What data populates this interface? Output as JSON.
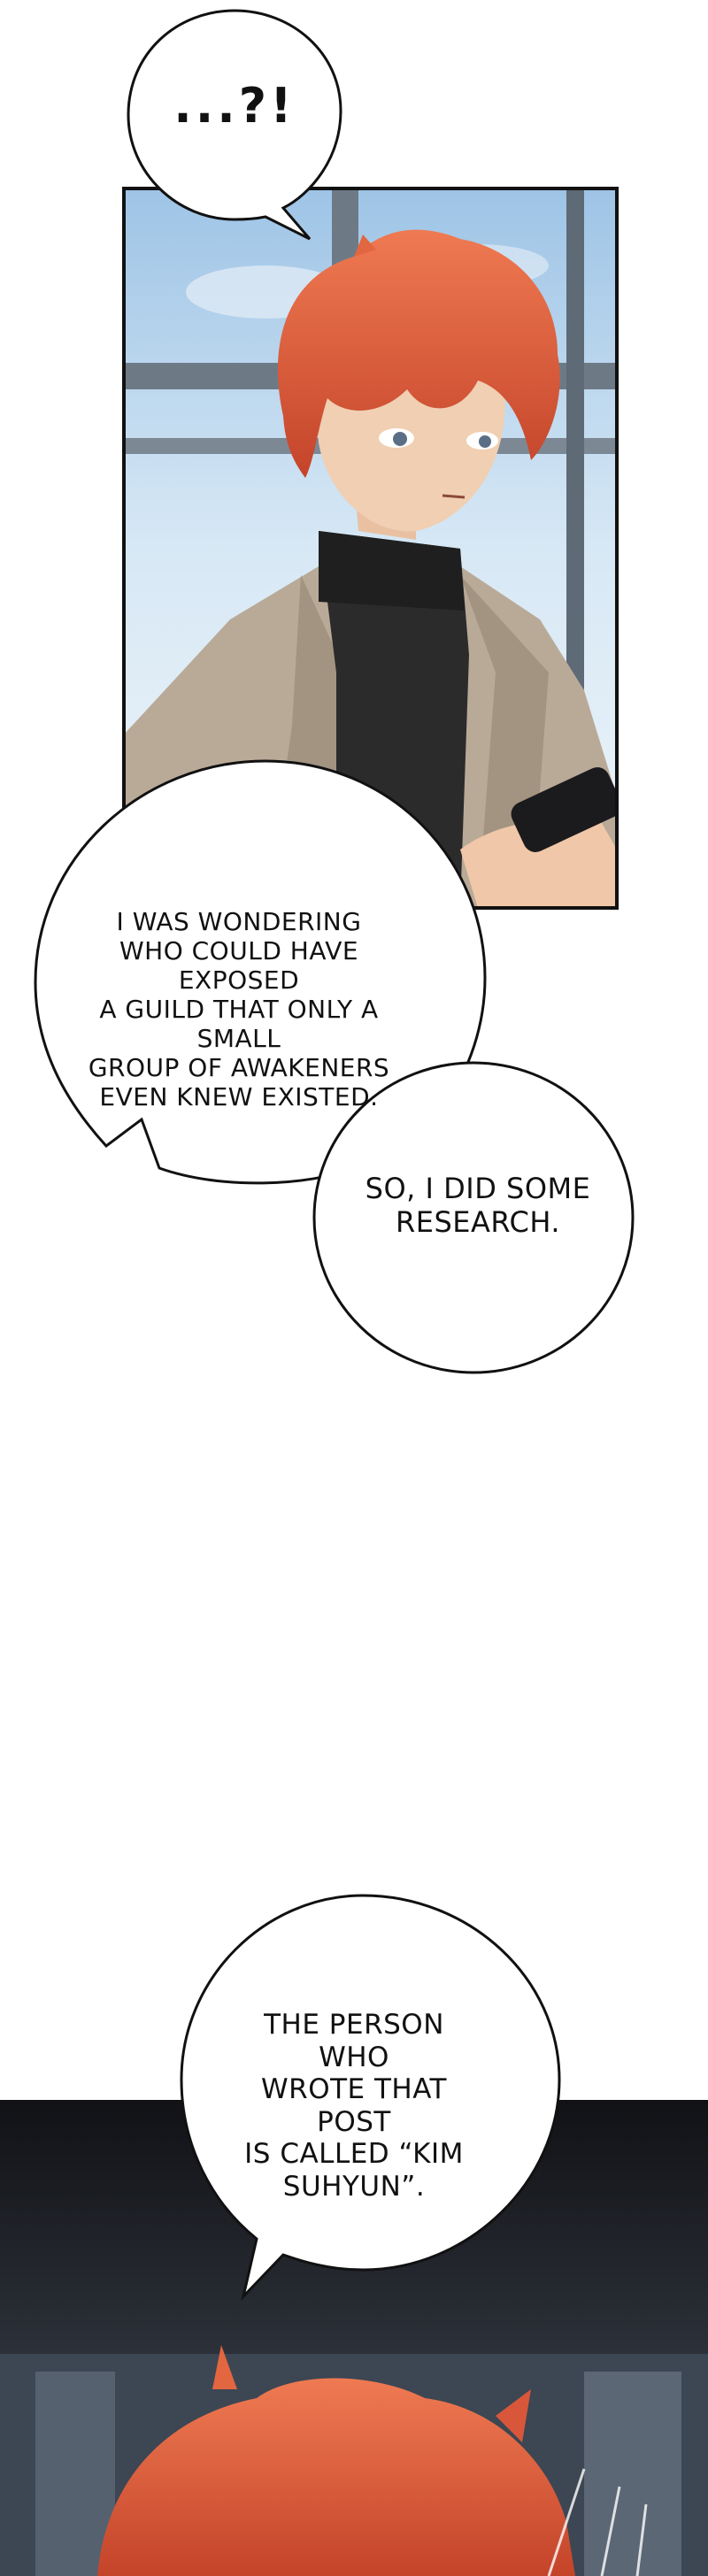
{
  "panels": [
    {
      "name": "panel-1",
      "description_subject": "red-haired young man in beige jacket holding phone"
    },
    {
      "name": "panel-2",
      "description_subject": "red-haired young man, back of head"
    }
  ],
  "bubbles": {
    "bubble_1": {
      "text": "...?!"
    },
    "bubble_2": {
      "lines": [
        "I WAS WONDERING",
        "WHO COULD HAVE EXPOSED",
        "A GUILD THAT ONLY A SMALL",
        "GROUP OF AWAKENERS",
        "EVEN KNEW EXISTED."
      ]
    },
    "bubble_3": {
      "lines": [
        "SO, I DID SOME",
        "RESEARCH."
      ]
    },
    "bubble_4": {
      "lines": [
        "THE PERSON WHO",
        "WROTE THAT POST",
        "IS CALLED “KIM",
        "SUHYUN”."
      ]
    }
  },
  "colors": {
    "hair": "#d8573a",
    "jacket": "#b9aa98",
    "turtleneck": "#2b2b2b",
    "sky": "#cfe3f2",
    "dark_bg": "#1a1c20"
  }
}
